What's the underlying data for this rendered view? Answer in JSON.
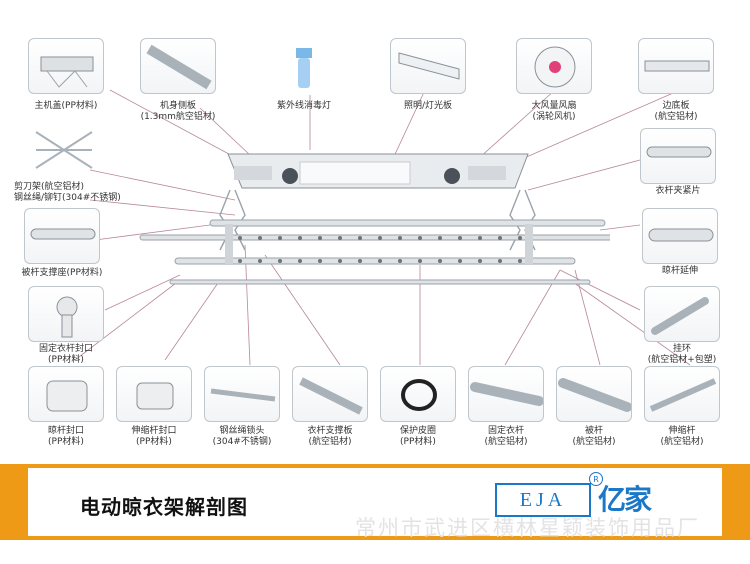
{
  "title": "电动晾衣架解剖图",
  "brand": {
    "eja": "EJA",
    "registered": "R",
    "name": "亿家",
    "company": "常州市武进区横林星颖装饰用品厂"
  },
  "parts": [
    {
      "key": "main-cover",
      "l1": "主机盖(PP材料)",
      "l2": ""
    },
    {
      "key": "side-panel",
      "l1": "机身侧板",
      "l2": "(1.3mm航空铝材)"
    },
    {
      "key": "uv-lamp",
      "l1": "紫外线消毒灯",
      "l2": ""
    },
    {
      "key": "light-panel",
      "l1": "照明/灯光板",
      "l2": ""
    },
    {
      "key": "fan",
      "l1": "大风量风扇",
      "l2": "(涡轮风机)"
    },
    {
      "key": "edge-plate",
      "l1": "边底板",
      "l2": "(航空铝材)"
    },
    {
      "key": "clip",
      "l1": "衣杆夹紧片",
      "l2": ""
    },
    {
      "key": "scissor",
      "l1": "剪刀架(航空铝材)",
      "l2": "钢丝绳/铆钉(304#不锈钢)"
    },
    {
      "key": "rod-extension",
      "l1": "晾杆延伸",
      "l2": ""
    },
    {
      "key": "rod-support",
      "l1": "被杆支撑座(PP材料)",
      "l2": ""
    },
    {
      "key": "hook",
      "l1": "挂环",
      "l2": "(航空铝材+包塑)"
    },
    {
      "key": "fixed-cap",
      "l1": "固定衣杆封口",
      "l2": "(PP材料)"
    },
    {
      "key": "rod-cap",
      "l1": "晾杆封口",
      "l2": "(PP材料)"
    },
    {
      "key": "telescopic-cap",
      "l1": "伸缩杆封口",
      "l2": "(PP材料)"
    },
    {
      "key": "wire-lock",
      "l1": "钢丝绳锁头",
      "l2": "(304#不锈钢)"
    },
    {
      "key": "support-plate",
      "l1": "衣杆支撑板",
      "l2": "(航空铝材)"
    },
    {
      "key": "protective-ring",
      "l1": "保护皮圈",
      "l2": "(PP材料)"
    },
    {
      "key": "fixed-rod",
      "l1": "固定衣杆",
      "l2": "(航空铝材)"
    },
    {
      "key": "quilt-rod",
      "l1": "被杆",
      "l2": "(航空铝材)"
    },
    {
      "key": "telescopic-rod",
      "l1": "伸缩杆",
      "l2": "(航空铝材)"
    }
  ],
  "colors": {
    "accent": "#ef9a16",
    "brand": "#1b78c8",
    "leader": "#b7879a"
  }
}
